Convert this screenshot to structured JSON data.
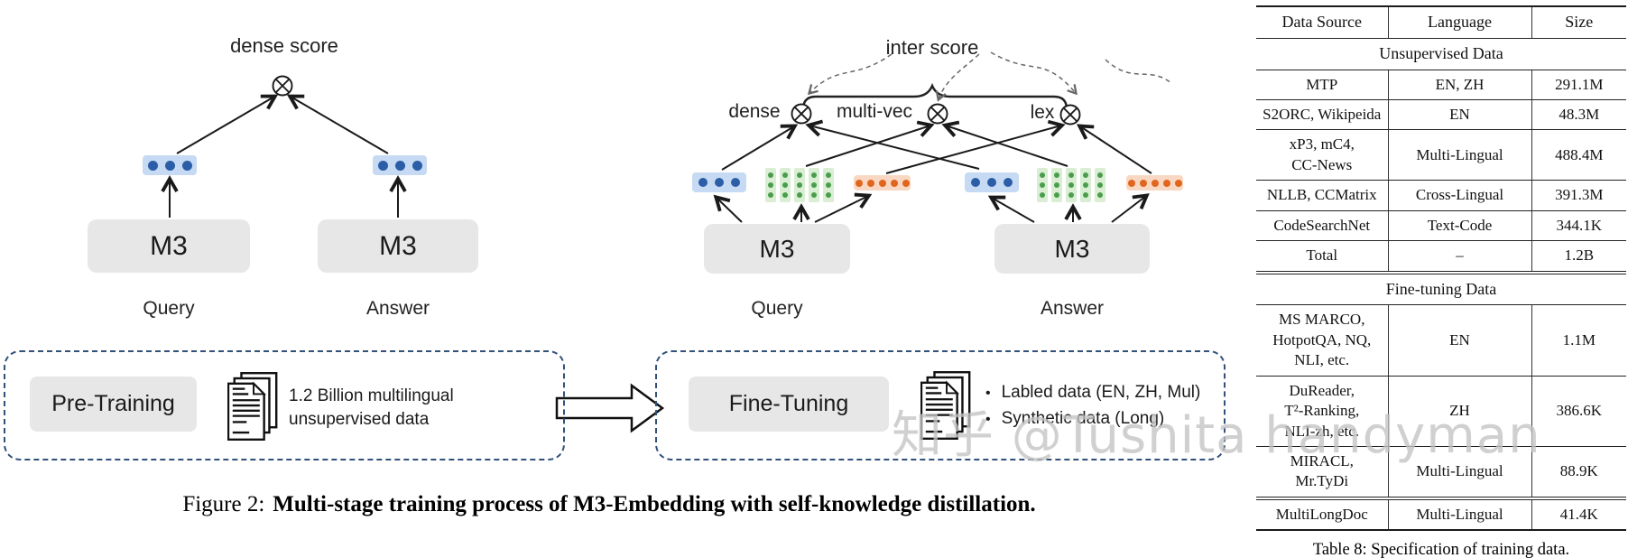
{
  "left_diagram": {
    "title": "dense score",
    "m3_label": "M3",
    "query_label": "Query",
    "answer_label": "Answer"
  },
  "middle_diagram": {
    "title": "inter score",
    "dense_label": "dense",
    "multivec_label": "multi-vec",
    "lex_label": "lex",
    "m3_label": "M3",
    "query_label": "Query",
    "answer_label": "Answer"
  },
  "pipeline": {
    "pretraining_label": "Pre-Training",
    "pretraining_note": "1.2 Billion multilingual\nunsupervised data",
    "finetuning_label": "Fine-Tuning",
    "bullet_glyph": "•",
    "finetuning_bullets": [
      "Labled data (EN, ZH, Mul)",
      "Synthetic data (Long)"
    ]
  },
  "figure_caption": {
    "prefix": "Figure 2:",
    "body": "Multi-stage training process of M3-Embedding with self-knowledge distillation."
  },
  "data_table": {
    "headers": [
      "Data Source",
      "Language",
      "Size"
    ],
    "section_unsupervised": "Unsupervised Data",
    "unsupervised_rows": [
      {
        "source": "MTP",
        "language": "EN, ZH",
        "size": "291.1M"
      },
      {
        "source": "S2ORC, Wikipeida",
        "language": "EN",
        "size": "48.3M"
      },
      {
        "source": "xP3, mC4,\nCC-News",
        "language": "Multi-Lingual",
        "size": "488.4M"
      },
      {
        "source": "NLLB, CCMatrix",
        "language": "Cross-Lingual",
        "size": "391.3M"
      },
      {
        "source": "CodeSearchNet",
        "language": "Text-Code",
        "size": "344.1K"
      },
      {
        "source": "Total",
        "language": "–",
        "size": "1.2B"
      }
    ],
    "section_finetuning": "Fine-tuning Data",
    "finetuning_rows": [
      {
        "source": "MS MARCO,\nHotpotQA, NQ,\nNLI, etc.",
        "language": "EN",
        "size": "1.1M"
      },
      {
        "source": "DuReader,\nT²-Ranking,\nNLI-zh, etc.",
        "language": "ZH",
        "size": "386.6K"
      },
      {
        "source": "MIRACL,\nMr.TyDi",
        "language": "Multi-Lingual",
        "size": "88.9K"
      },
      {
        "source": "MultiLongDoc",
        "language": "Multi-Lingual",
        "size": "41.4K"
      }
    ],
    "caption": "Table 8: Specification of training data."
  },
  "watermark": "知乎 @Tushita handyman",
  "colors": {
    "dense_dot": "#2b5ea6",
    "dense_bg": "#c7daf3",
    "multivec_dot": "#4a9d4d",
    "multivec_bg": "#d9eed2",
    "lex_dot": "#e0661e",
    "lex_bg": "#f9d8c3",
    "m3_box": "#e7e7e7",
    "dashed_border": "#31507a",
    "watermark_gray": "#c3c3c3"
  }
}
